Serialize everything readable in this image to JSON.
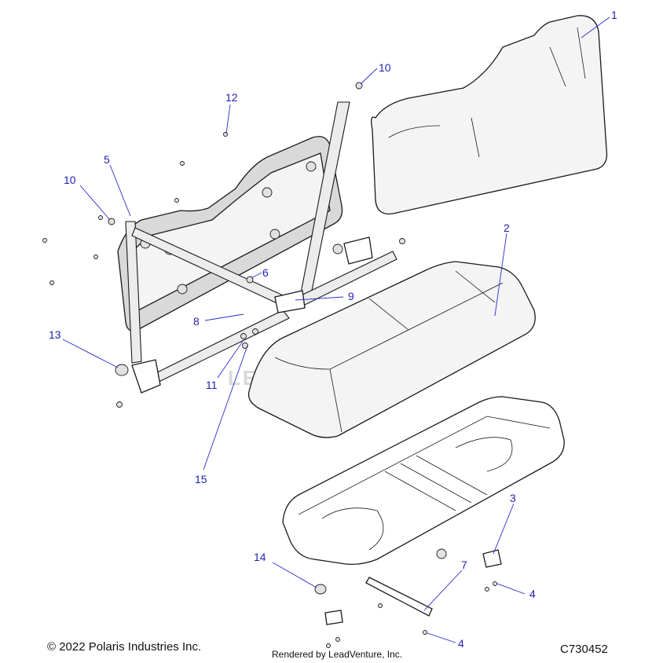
{
  "callouts": {
    "c1": "1",
    "c2": "2",
    "c3": "3",
    "c4a": "4",
    "c4b": "4",
    "c5": "5",
    "c6": "6",
    "c7": "7",
    "c8": "8",
    "c9": "9",
    "c10a": "10",
    "c10b": "10",
    "c11": "11",
    "c12": "12",
    "c13": "13",
    "c14": "14",
    "c15": "15"
  },
  "watermark": "LEADVENTURE",
  "footer": {
    "copyright": "© 2022 Polaris Industries Inc.",
    "rendered_by": "Rendered by LeadVenture, Inc.",
    "diagram_code": "C730452"
  },
  "colors": {
    "callout_text": "#1f1fb0",
    "leader_line": "#2a2ad0",
    "outline": "#1a1a1a"
  }
}
